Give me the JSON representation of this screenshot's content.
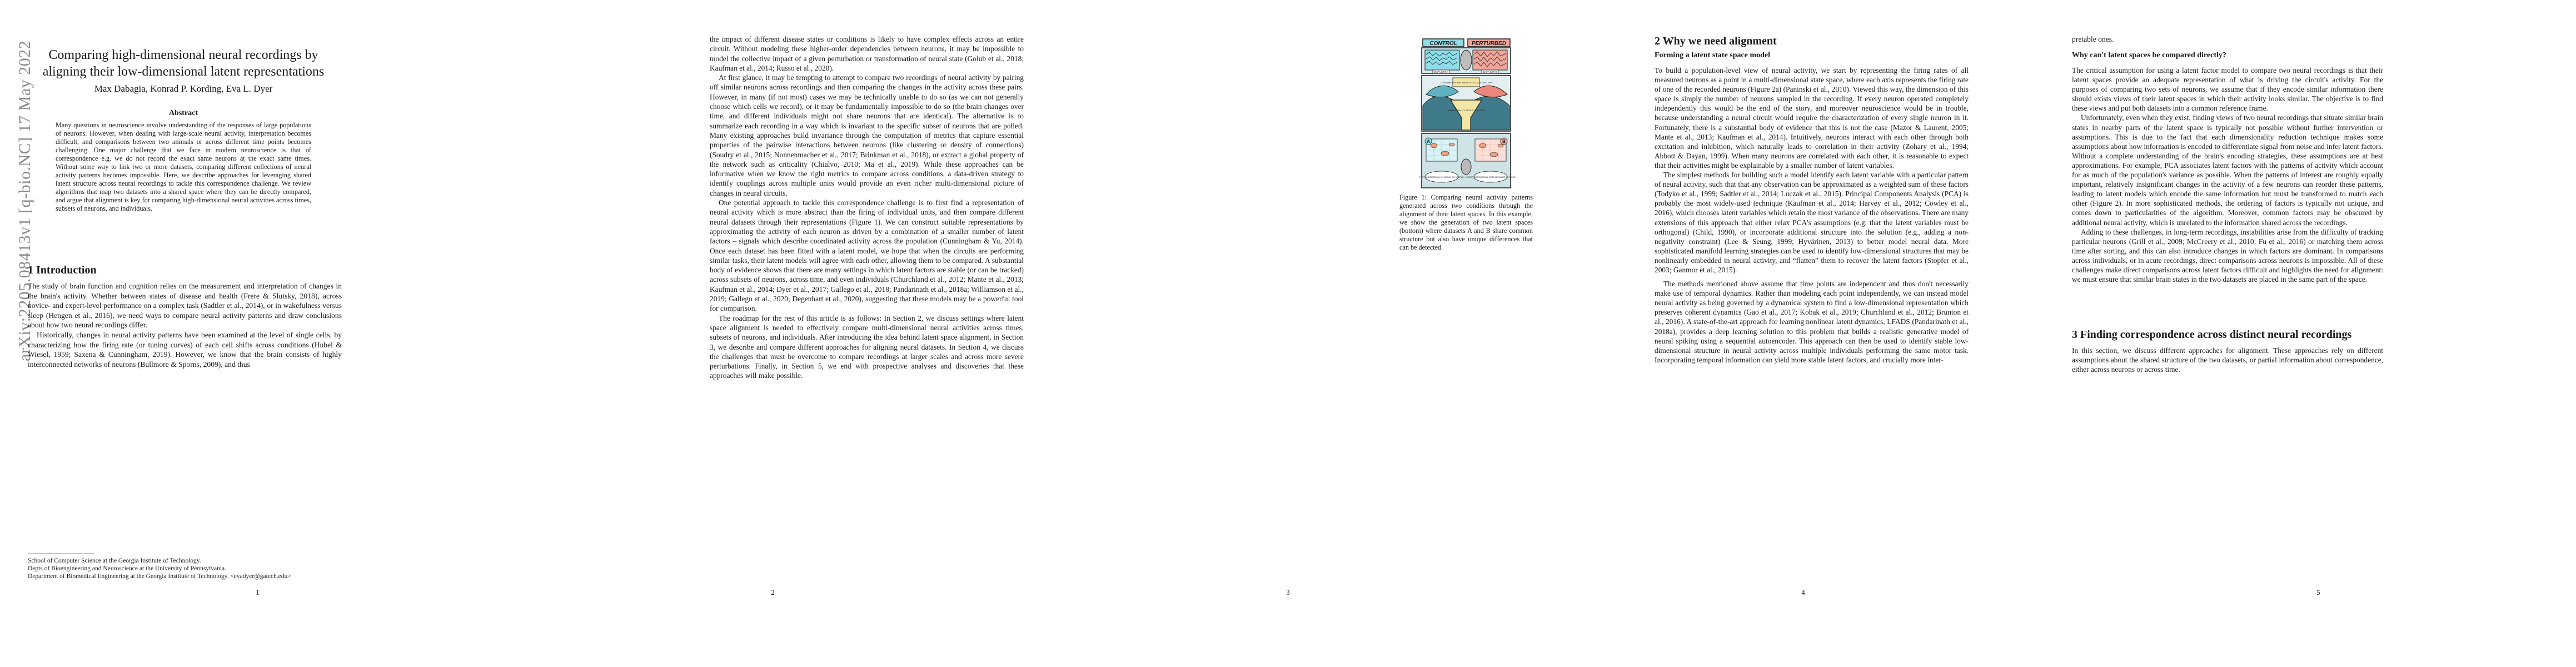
{
  "arxiv_stamp": "arXiv:2205.08413v1  [q-bio.NC]  17 May 2022",
  "paper": {
    "title": "Comparing high-dimensional neural recordings by aligning their low-dimensional latent representations",
    "authors": "Max Dabagia,  Konrad P. Kording,  Eva L. Dyer",
    "abstract_heading": "Abstract",
    "abstract": "Many questions in neuroscience involve understanding of the responses of large populations of neurons. However, when dealing with large-scale neural activity, interpretation becomes difficult, and comparisons between two animals or across different time points becomes challenging. One major challenge that we face in modern neuroscience is that of correspondence e.g. we do not record the exact same neurons at the exact same times. Without some way to link two or more datasets, comparing different collections of neural activity patterns becomes impossible. Here, we describe approaches for leveraging shared latent structure across neural recordings to tackle this correspondence challenge. We review algorithms that map two datasets into a shared space where they can be directly compared, and argue that alignment is key for comparing high-dimensional neural activities across times, subsets of neurons, and individuals."
  },
  "pages": [
    {
      "number": "1",
      "intro_heading": "1   Introduction",
      "intro_paragraphs": [
        "The study of brain function and cognition relies on the measurement and interpretation of changes in the brain's activity. Whether between states of disease and health (Frere & Slutsky, 2018), across novice- and expert-level performance on a complex task (Sadtler et al., 2014), or in wakefulness versus sleep (Hengen et al., 2016), we need ways to compare neural activity patterns and draw conclusions about how two neural recordings differ.",
        "Historically, changes in neural activity patterns have been examined at the level of single cells, by characterizing how the firing rate (or tuning curves) of each cell shifts across conditions (Hubel & Wiesel, 1959; Saxena & Cunningham, 2019). However, we know that the brain consists of highly interconnected networks of neurons (Bullmore & Sporns, 2009), and thus"
      ],
      "footnotes": [
        "School of Computer Science at the Georgia Institute of Technology.",
        "Depts of Bioengineering and Neuroscience at the University of Pennsylvania.",
        "Department of Biomedical Engineering at the Georgia Institute of Technology. <evadyer@gatech.edu>"
      ]
    },
    {
      "number": "2",
      "paragraphs": [
        "the impact of different disease states or conditions is likely to have complex effects across an entire circuit. Without modeling these higher-order dependencies between neurons, it may be impossible to model the collective impact of a given perturbation or transformation of neural state (Golub et al., 2018; Kaufman et al., 2014; Russo et al., 2020).",
        "At first glance, it may be tempting to attempt to compare two recordings of neural activity by pairing off similar neurons across recordings and then comparing the changes in the activity across these pairs. However, in many (if not most) cases we may be technically unable to do so (as we can not generally choose which cells we record), or it may be fundamentally impossible to do so (the brain changes over time, and different individuals might not share neurons that are identical). The alternative is to summarize each recording in a way which is invariant to the specific subset of neurons that are polled. Many existing approaches build invariance through the computation of metrics that capture essential properties of the pairwise interactions between neurons (like clustering or density of connections) (Soudry et al., 2015; Nonnenmacher et al., 2017; Brinkman et al., 2018), or extract a global property of the network such as criticality (Chialvo, 2010; Ma et al., 2019). While these approaches can be informative when we know the right metrics to compare across conditions, a data-driven strategy to identify couplings across multiple units would provide an even richer multi-dimensional picture of changes in neural circuits.",
        "One potential approach to tackle this correspondence challenge is to first find a representation of neural activity which is more abstract than the firing of individual units, and then compare different neural datasets through their representations (Figure 1). We can construct suitable representations by approximating the activity of each neuron as driven by a combination of a smaller number of latent factors – signals which describe coordinated activity across the population (Cunningham & Yu, 2014). Once each dataset has been fitted with a latent model, we hope that when the circuits are performing similar tasks, their latent models will agree with each other, allowing them to be compared. A substantial body of evidence shows that there are many settings in which latent factors are stable (or can be tracked) across subsets of neurons, across time, and even individuals (Churchland et al., 2012; Mante et al., 2013; Kaufman et al., 2014; Dyer et al., 2017; Gallego et al., 2018; Pandarinath et al., 2018a; Williamson et al., 2019; Gallego et al., 2020; Degenhart et al., 2020), suggesting that these models may be a powerful tool for comparison.",
        "The roadmap for the rest of this article is as follows: In Section 2, we discuss settings where latent space alignment is needed to effectively compare multi-dimensional neural activities across times, subsets of neurons, and individuals. After introducing the idea behind latent space alignment, in Section 3, we describe and compare different approaches for aligning neural datasets. In Section 4, we discuss the challenges that must be overcome to compare recordings at larger scales and across more severe perturbations. Finally, in Section 5, we end with prospective analyses and discoveries that these approaches will make possible."
      ]
    },
    {
      "number": "3",
      "figure": {
        "control_label": "CONTROL",
        "perturbed_label": "PERTURBED",
        "data_a_label": "DATA SET A",
        "data_b_label": "DATA SET B",
        "lowdim_label": "LOW-DIMENSIONAL MANIFOLDS DATA DRILLING",
        "dimred_label": "DIMENSIONALITY REDUCTION TOOL",
        "panel_a": "A",
        "panel_b": "B",
        "bubble_left": "THEY UNDERSTAND MY BRAIN! SO USEFUL!",
        "bubble_right": "LOWER DIMENSIONAL DATA IS EASIER TO MOVE"
      },
      "caption": "Figure 1: Comparing neural activity patterns generated across two conditions through the alignment of their latent spaces. In this example, we show the generation of two latent spaces (bottom) where datasets A and B share common structure but also have unique differences that can be detected."
    },
    {
      "number": "4",
      "section_heading": "2   Why we need alignment",
      "subsection_heading": "Forming a latent state space model",
      "paragraphs": [
        "To build a population-level view of neural activity, we start by representing the firing rates of all measured neurons as a point in a multi-dimensional state space, where each axis represents the firing rate of one of the recorded neurons (Figure 2a) (Paninski et al., 2010). Viewed this way, the dimension of this space is simply the number of neurons sampled in the recording. If every neuron operated completely independently this would be the end of the story, and moreover neuroscience would be in trouble, because understanding a neural circuit would require the characterization of every single neuron in it. Fortunately, there is a substantial body of evidence that this is not the case (Mazor & Laurent, 2005; Mante et al., 2013; Kaufman et al., 2014). Intuitively, neurons interact with each other through both excitation and inhibition, which naturally leads to correlation in their activity (Zohary et al., 1994; Abbott & Dayan, 1999). When many neurons are correlated with each other, it is reasonable to expect that their activities might be explainable by a smaller number of latent variables.",
        "The simplest methods for building such a model identify each latent variable with a particular pattern of neural activity, such that that any observation can be approximated as a weighted sum of these factors (Todyko et al., 1999; Sadtler et al., 2014; Luczak et al., 2015). Principal Components Analysis (PCA) is probably the most widely-used technique (Kaufman et al., 2014; Harvey et al., 2012; Cowley et al., 2016), which chooses latent variables which retain the most variance of the observations. There are many extensions of this approach that either relax PCA's assumptions (e.g. that the latent variables must be orthogonal) (Child, 1990), or incorporate additional structure into the solution (e.g., adding a non-negativity constraint) (Lee & Seung, 1999; Hyvärinen, 2013) to better model neural data. More sophisticated manifold learning strategies can be used to identify low-dimensional structures that may be nonlinearly embedded in neural activity, and “flatten” them to recover the latent factors (Stopfer et al., 2003; Ganmor et al., 2015).",
        "The methods mentioned above assume that time points are independent and thus don't necessarily make use of temporal dynamics. Rather than modeling each point independently, we can instead model neural activity as being governed by a dynamical system to find a low-dimensional representation which preserves coherent dynamics (Gao et al., 2017; Kobak et al., 2019; Churchland et al., 2012; Brunton et al., 2016). A state-of-the-art approach for learning nonlinear latent dynamics, LFADS (Pandarinath et al., 2018a), provides a deep learning solution to this problem that builds a realistic generative model of neural spiking using a sequential autoencoder. This approach can then be used to identify stable low-dimensional structure in neural activity across multiple individuals performing the same motor task. Incorporating temporal information can yield more stable latent factors, and crucially more inter-"
      ]
    },
    {
      "number": "5",
      "lead_paragraph": "pretable ones.",
      "subsection_heading": "Why can't latent spaces be compared directly?",
      "paragraphs": [
        "The critical assumption for using a latent factor model to compare two neural recordings is that their latent spaces provide an adequate representation of what is driving the circuit's activity. For the purposes of comparing two sets of neurons, we assume that if they encode similar information there should exists views of their latent spaces in which their activity looks similar. The objective is to find these views and put both datasets into a common reference frame.",
        "Unfortunately, even when they exist, finding views of two neural recordings that situate similar brain states in nearby parts of the latent space is typically not possible without further intervention or assumptions. This is due to the fact that each dimensionality reduction technique makes some assumptions about how information is encoded to differentiate signal from noise and infer latent factors. Without a complete understanding of the brain's encoding strategies, these assumptions are at best approximations. For example, PCA associates latent factors with the patterns of activity which account for as much of the population's variance as possible. When the patterns of interest are roughly equally important, relatively insignificant changes in the activity of a few neurons can reorder these patterns, leading to latent models which encode the same information but must be transformed to match each other (Figure 2). In more sophisticated methods, the ordering of factors is typically not unique, and comes down to particularities of the algorithm. Moreover, common factors may be obscured by additional neural activity, which is unrelated to the information shared across the recordings.",
        "Adding to these challenges, in long-term recordings, instabilities arise from the difficulty of tracking particular neurons (Grill et al., 2009; McCreery et al., 2010; Fu et al., 2016) or matching them across time after sorting, and this can also introduce changes in which factors are dominant. In comparisons across individuals, or in acute recordings, direct comparisons across neurons is impossible. All of these challenges make direct comparisons across latent factors difficult and highlights the need for alignment: we must ensure that similar brain states in the two datasets are placed in the same part of the space."
      ],
      "section_heading": "3   Finding correspondence across distinct neural recordings",
      "section_paragraph": "In this section, we discuss different approaches for alignment. These approaches rely on different assumptions about the shared structure of the two datasets, or partial information about correspondence, either across neurons or across time."
    }
  ],
  "colors": {
    "control": "#8fdde8",
    "perturbed": "#f2a59a",
    "funnel": "#f4e7a6",
    "mountains": "#3f7b8a",
    "ink": "#1a1a1a"
  }
}
